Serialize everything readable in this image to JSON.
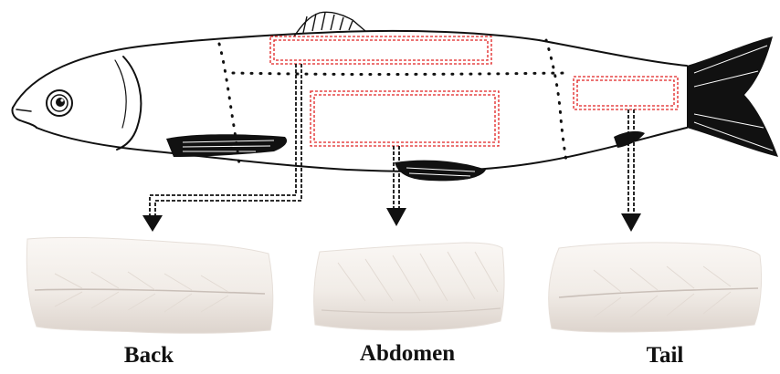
{
  "figure": {
    "regions": [
      {
        "id": "back",
        "label": "Back"
      },
      {
        "id": "abdomen",
        "label": "Abdomen"
      },
      {
        "id": "tail",
        "label": "Tail"
      }
    ]
  },
  "colors": {
    "outline": "#111111",
    "region_box": "#e02020",
    "fillet_light": "#f4f0ec",
    "fillet_shade": "#d9d1cb",
    "fillet_line": "#c9bfb8"
  }
}
